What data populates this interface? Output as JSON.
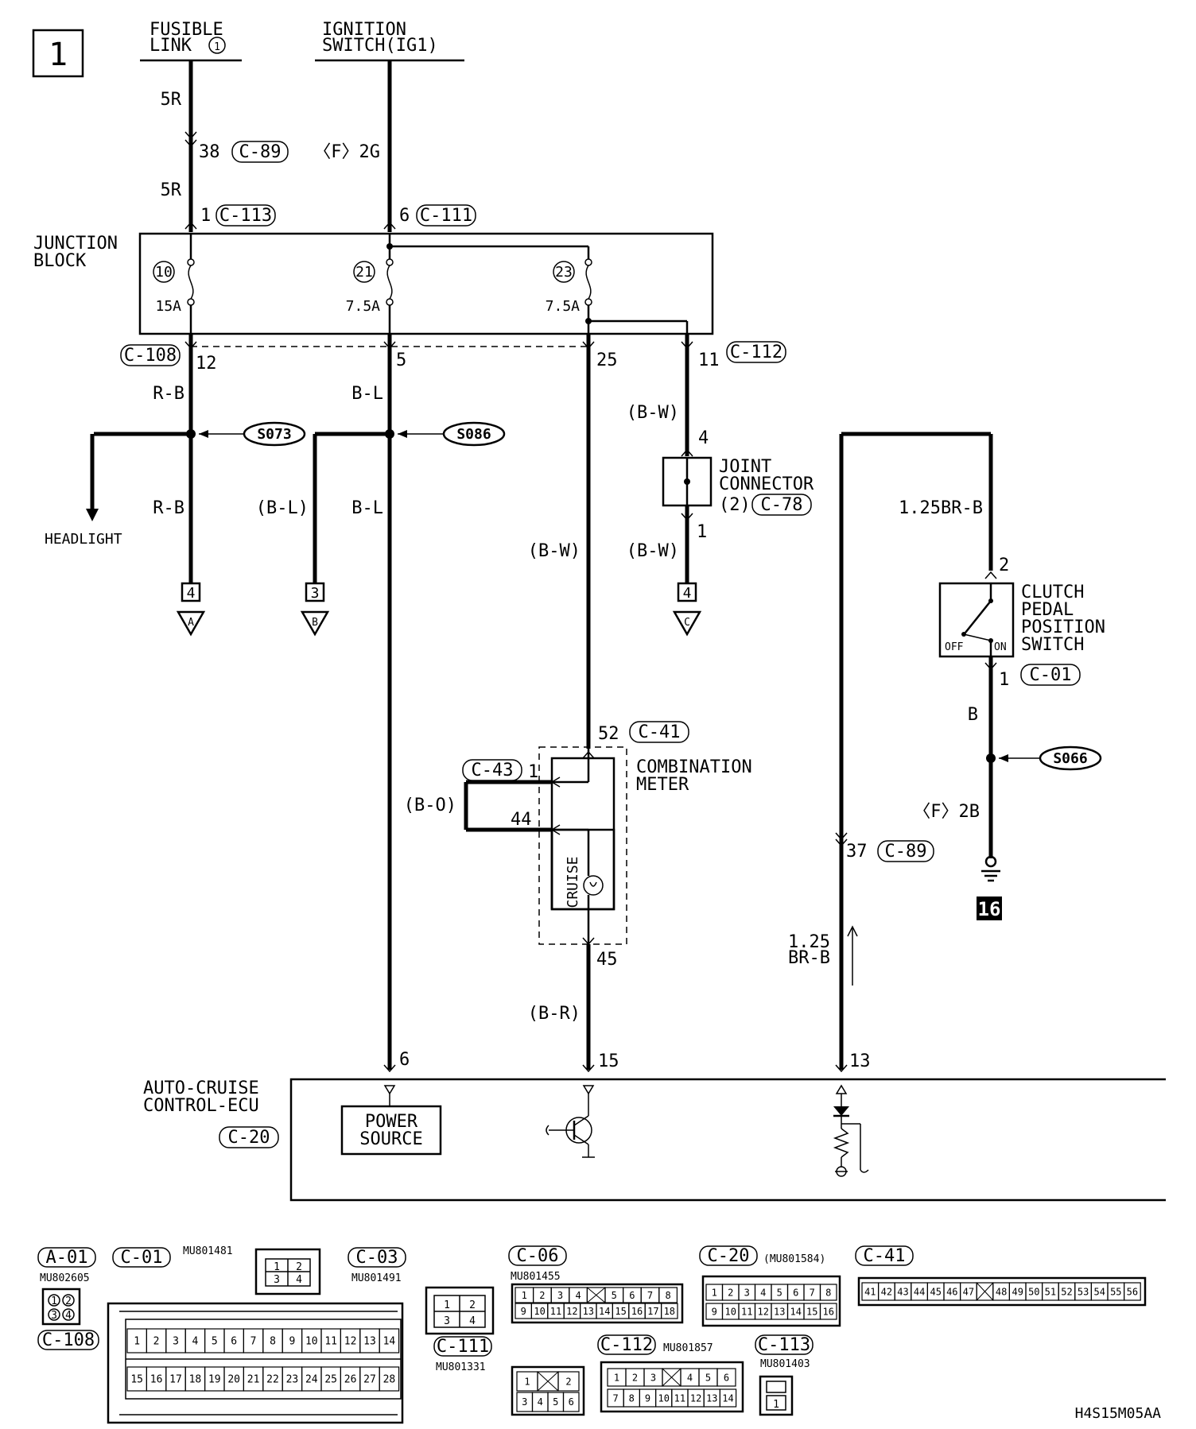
{
  "page_number": "1",
  "sources": {
    "fusible_link": [
      "FUSIBLE",
      "LINK"
    ],
    "fusible_link_num": "1",
    "ignition_switch": [
      "IGNITION",
      "SWITCH(IG1)"
    ]
  },
  "wires": {
    "w5r_top": "5R",
    "w5r_mid": "5R",
    "pin38": "38",
    "c89a": "C-89",
    "f2g": "〈F〉2G",
    "pin1a": "1",
    "c113": "C-113",
    "pin6a": "6",
    "c111": "C-111",
    "rb1": "R-B",
    "rb2": "R-B",
    "bl1": "B-L",
    "bl2": "B-L",
    "bl_paren": "(B-L)",
    "bw1": "(B-W)",
    "bw2": "(B-W)",
    "bw3": "(B-W)",
    "bo": "(B-O)",
    "br": "(B-R)",
    "br_b": "1.25BR-B",
    "b": "B",
    "f2b": "〈F〉2B",
    "size125": "1.25",
    "brb2": "BR-B"
  },
  "junction_block": {
    "label": [
      "JUNCTION",
      "BLOCK"
    ],
    "fuses": [
      {
        "num": "10",
        "amp": "15A"
      },
      {
        "num": "21",
        "amp": "7.5A"
      },
      {
        "num": "23",
        "amp": "7.5A"
      }
    ],
    "c108": "C-108",
    "pin12": "12",
    "pin5": "5",
    "pin25": "25",
    "pin11": "11",
    "c112": "C-112"
  },
  "splices": {
    "s073": "S073",
    "s086": "S086",
    "s066": "S066"
  },
  "headlight": "HEADLIGHT",
  "page_refs": [
    {
      "num": "4",
      "letter": "A"
    },
    {
      "num": "3",
      "letter": "B"
    },
    {
      "num": "4",
      "letter": "C"
    }
  ],
  "joint_connector": {
    "label": [
      "JOINT",
      "CONNECTOR"
    ],
    "num": "(2)",
    "conn": "C-78",
    "pin4": "4",
    "pin1": "1"
  },
  "combination_meter": {
    "label": [
      "COMBINATION",
      "METER"
    ],
    "pin52": "52",
    "c41": "C-41",
    "c43": "C-43",
    "pin1": "1",
    "pin44": "44",
    "pin45": "45",
    "cruise": "CRUISE"
  },
  "clutch_switch": {
    "label": [
      "CLUTCH",
      "PEDAL",
      "POSITION",
      "SWITCH"
    ],
    "pin2": "2",
    "pin1": "1",
    "conn": "C-01",
    "off": "OFF",
    "on": "ON"
  },
  "c89b": {
    "pin37": "37",
    "conn": "C-89"
  },
  "ground_num": "16",
  "ecu": {
    "label": [
      "AUTO-CRUISE",
      "CONTROL-ECU"
    ],
    "conn": "C-20",
    "pin6": "6",
    "pin15": "15",
    "pin13": "13",
    "power": [
      "POWER",
      "SOURCE"
    ]
  },
  "connector_views": {
    "a01": "A-01",
    "mu802605": "MU802605",
    "c108": "C-108",
    "c01": "C-01",
    "mu801481": "MU801481",
    "c03": "C-03",
    "mu801491": "MU801491",
    "c06": "C-06",
    "mu801455": "MU801455",
    "c20": "C-20",
    "mu801584": "(MU801584)",
    "c41": "C-41",
    "c111": "C-111",
    "mu801331": "MU801331",
    "c112": "C-112",
    "mu801857": "MU801857",
    "c113": "C-113",
    "mu801403": "MU801403",
    "c01_pins_top": [
      "1",
      "2",
      "3",
      "4",
      "5",
      "6",
      "7",
      "8",
      "9",
      "10",
      "11",
      "12",
      "13",
      "14"
    ],
    "c01_pins_bot": [
      "15",
      "16",
      "17",
      "18",
      "19",
      "20",
      "21",
      "22",
      "23",
      "24",
      "25",
      "26",
      "27",
      "28"
    ],
    "c06_pins_top": [
      "1",
      "2",
      "3",
      "4",
      "",
      "5",
      "6",
      "7",
      "8"
    ],
    "c06_pins_bot": [
      "9",
      "10",
      "11",
      "12",
      "13",
      "14",
      "15",
      "16",
      "17",
      "18"
    ],
    "c20_pins_top": [
      "1",
      "2",
      "3",
      "4",
      "5",
      "6",
      "7",
      "8"
    ],
    "c20_pins_bot": [
      "9",
      "10",
      "11",
      "12",
      "13",
      "14",
      "15",
      "16"
    ],
    "c41_pins": [
      "41",
      "42",
      "43",
      "44",
      "45",
      "46",
      "47",
      "",
      "48",
      "49",
      "50",
      "51",
      "52",
      "53",
      "54",
      "55",
      "56"
    ],
    "c111_pins": [
      "1",
      "",
      "2",
      "3",
      "4",
      "5",
      "6"
    ],
    "c112_pins_top": [
      "1",
      "2",
      "3",
      "",
      "4",
      "5",
      "6"
    ],
    "c112_pins_bot": [
      "7",
      "8",
      "9",
      "10",
      "11",
      "12",
      "13",
      "14"
    ],
    "c03_pins": [
      "1",
      "2",
      "3",
      "4"
    ],
    "c01small_pins": [
      "1",
      "2",
      "3",
      "4"
    ],
    "a01_pins": [
      "1",
      "2",
      "3",
      "4"
    ],
    "c113_pin": "1"
  },
  "code": "H4S15M05AA"
}
